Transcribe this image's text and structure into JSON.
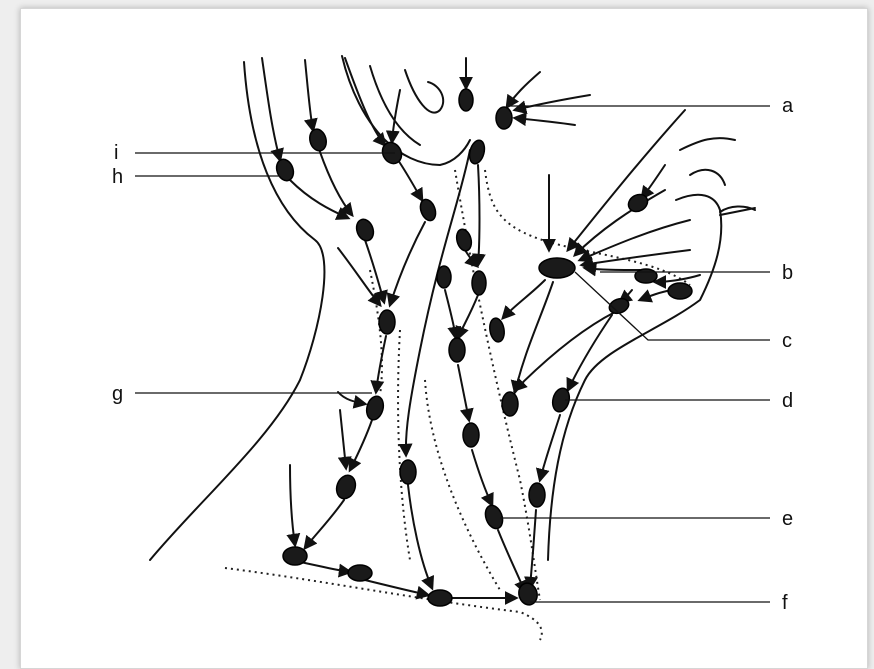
{
  "figure": {
    "labels": {
      "a": "a",
      "b": "b",
      "c": "c",
      "d": "d",
      "e": "e",
      "f": "f",
      "g": "g",
      "h": "h",
      "i": "i"
    },
    "ink_color": "#111111",
    "background": "#ffffff"
  }
}
